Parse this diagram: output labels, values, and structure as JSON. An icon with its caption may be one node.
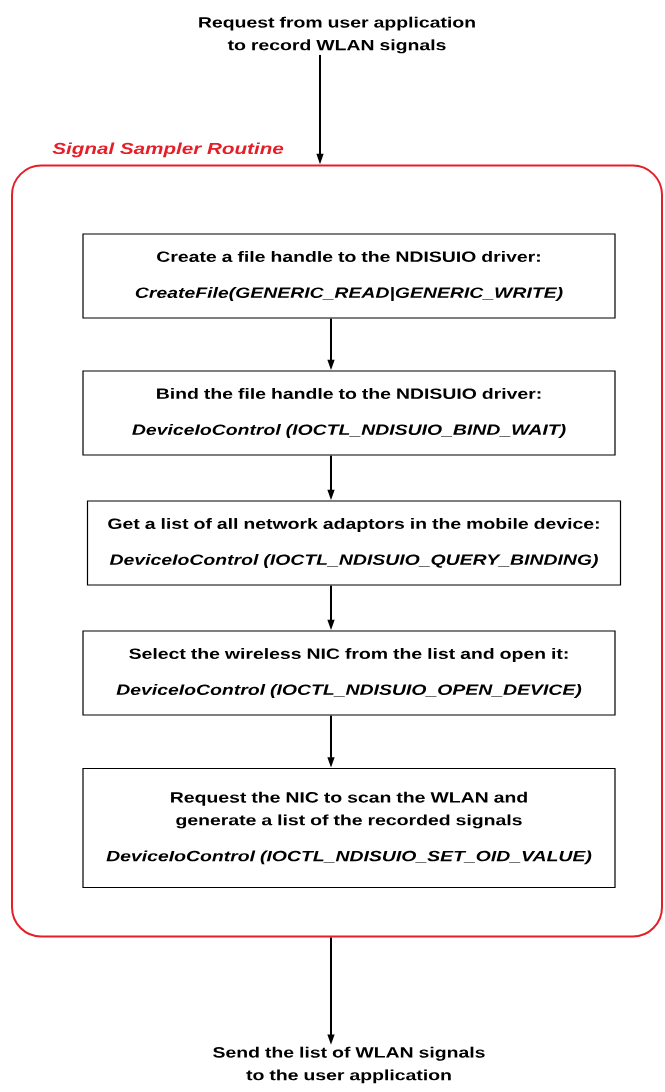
{
  "diagram": {
    "nodes": [
      {
        "text": [
          "Request from user application to record WLAN signals"
        ]
      },
      {
        "text": [
          "Signal Sampler Routine"
        ]
      },
      {
        "text": [
          "Create a file handle to the NDISUIO driver:",
          "CreateFile(GENERIC_READ|GENERIC_WRITE)"
        ],
        "in": 1
      },
      {
        "text": [
          "Bind the file handle to the NDISUIO driver:",
          "DeviceIoControl (IOCTL_NDISUIO_BIND_WAIT)"
        ],
        "in": 1
      },
      {
        "text": [
          "Get a list of all network adaptors in the mobile device:",
          "DeviceIoControl (IOCTL_NDISUIO_QUERY_BINDING)"
        ],
        "in": 1
      },
      {
        "text": [
          "Select the wireless NIC from the list and open it:",
          "DeviceIoControl (IOCTL_NDISUIO_OPEN_DEVICE)"
        ],
        "in": 1
      },
      {
        "text": [
          "Request the NIC to scan the WLAN and generate a list of the recorded signals",
          "DeviceIoControl (IOCTL_NDISUIO_SET_OID_VALUE)"
        ],
        "in": 1
      },
      {
        "text": [
          "Send the list of WLAN signals to the user application"
        ]
      }
    ],
    "edges": [
      {
        "from": 0,
        "to": 1,
        "arrow": "to"
      },
      {
        "from": 2,
        "to": 3,
        "arrow": "to"
      },
      {
        "from": 3,
        "to": 4,
        "arrow": "to"
      },
      {
        "from": 4,
        "to": 5,
        "arrow": "to"
      },
      {
        "from": 5,
        "to": 6,
        "arrow": "to"
      },
      {
        "from": 1,
        "to": 7,
        "arrow": "to"
      }
    ]
  }
}
